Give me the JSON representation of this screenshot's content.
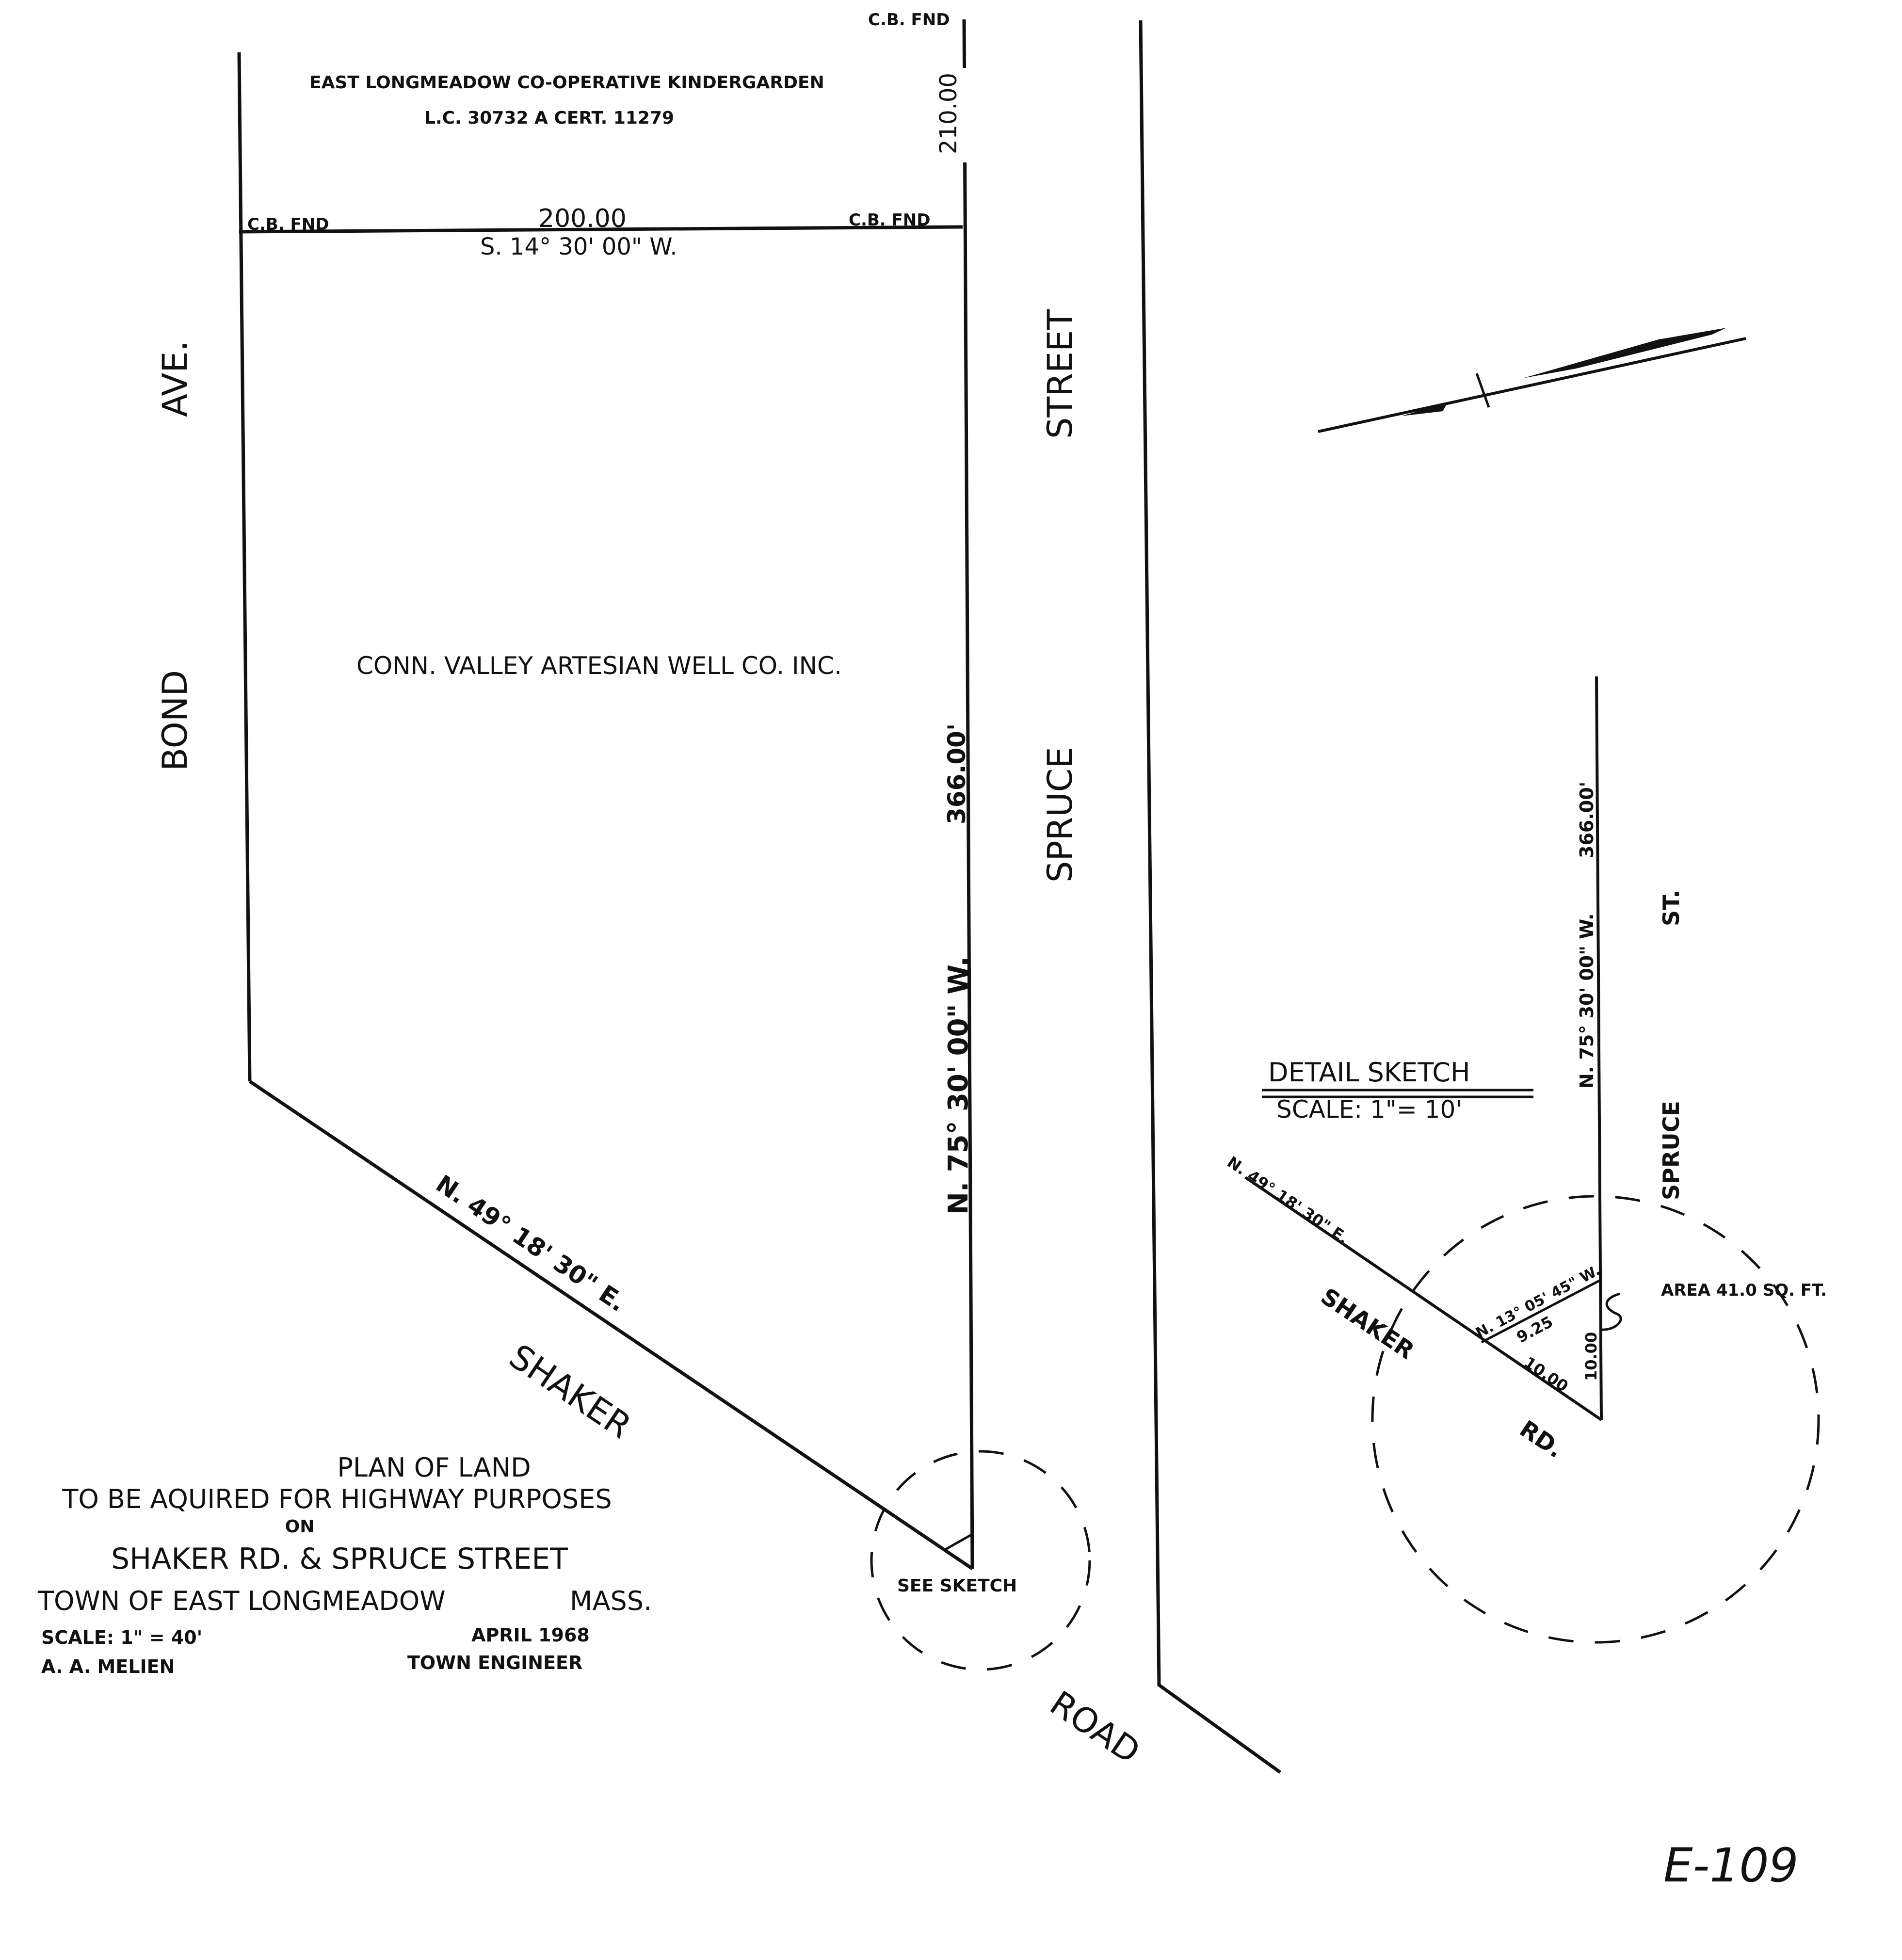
{
  "plan": {
    "title": {
      "line1": "PLAN OF LAND",
      "line2": "TO BE AQUIRED FOR HIGHWAY PURPOSES",
      "line3": "ON",
      "line4": "SHAKER RD.  &  SPRUCE STREET",
      "town": "TOWN OF EAST LONGMEADOW",
      "state": "MASS.",
      "scale": "SCALE:  1\" = 40'",
      "date": "APRIL   1968",
      "engineer": "A. A. MELIEN",
      "engineer_title": "TOWN    ENGINEER"
    },
    "streets": {
      "bond_1": "BOND",
      "bond_2": "AVE.",
      "spruce_1": "SPRUCE",
      "spruce_2": "STREET",
      "shaker": "SHAKER",
      "road": "ROAD"
    },
    "parcels": {
      "kindergarten": "EAST  LONGMEADOW  CO-OPERATIVE  KINDERGARDEN",
      "kindergarten_ref": "L.C.  30732 A        CERT.  11279",
      "artesian": "CONN.  VALLEY  ARTESIAN  WELL  CO.  INC."
    },
    "monuments": {
      "top": "C.B. FND",
      "left": "C.B. FND",
      "right": "C.B. FND"
    },
    "bearings": {
      "north_distance": "210.00",
      "north_line_distance": "200.00",
      "north_line_bearing": "S. 14° 30' 00\" W.",
      "east_distance": "366.00'",
      "east_bearing": "N. 75° 30' 00\" W.",
      "south_bearing": "N. 49° 18' 30\" E."
    },
    "see_sketch": "SEE  SKETCH"
  },
  "detail": {
    "title": "DETAIL  SKETCH",
    "scale": "SCALE:  1\"= 10'",
    "shaker": "SHAKER",
    "rd": "RD.",
    "spruce": "SPRUCE",
    "st": "ST.",
    "distance": "366.00'",
    "bearing": "N. 75° 30' 00\" W.",
    "shaker_bearing": "N. 49° 18' 30\" E.",
    "chord_bearing": "N. 13° 05' 45\" W.",
    "chord_distance": "9.25",
    "leg_shaker": "10.00",
    "leg_spruce": "10.00",
    "area": "AREA  41.0  SQ. FT."
  },
  "sheet_number": "E-109"
}
